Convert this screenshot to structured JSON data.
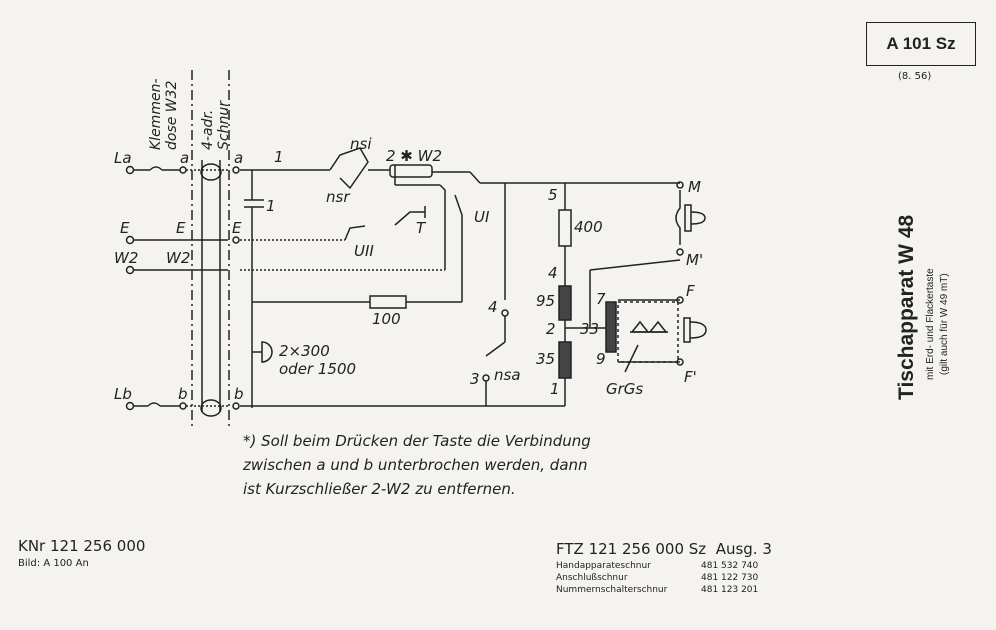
{
  "sheet": {
    "code": "A 101 Sz",
    "date": "(8. 56)"
  },
  "title": {
    "main": "Tischapparat W 48",
    "sub1": "mit Erd- und Flackertaste",
    "sub2": "(gilt auch für W 49 mT)"
  },
  "labels": {
    "terminal_block": "Klemmen-\ndose W32",
    "cord": "4-adr.\nSchnur",
    "La": "La",
    "E": "E",
    "W2": "W2",
    "Lb": "Lb",
    "a": "a",
    "b": "b",
    "n1": "1",
    "cap1": "1",
    "nsi": "nsi",
    "nsr": "nsr",
    "w2_label": "2 ✱ W2",
    "UII": "UII",
    "T": "T",
    "UI": "UI",
    "n5": "5",
    "r400": "400",
    "M": "M",
    "M_prime": "M'",
    "n4a": "4",
    "n95": "95",
    "n2": "2",
    "n33": "33",
    "n35": "35",
    "n1b": "1",
    "n7": "7",
    "n9": "9",
    "F": "F",
    "F_prime": "F'",
    "GrGs": "GrGs",
    "r100": "100",
    "n4b": "4",
    "n3": "3",
    "nsa": "nsa",
    "bell": "2×300\noder 1500"
  },
  "footnote": {
    "line1": "*) Soll beim Drücken der Taste die Verbindung",
    "line2": "zwischen a und b unterbrochen werden, dann",
    "line3": "ist Kurzschließer 2-W2 zu entfernen."
  },
  "footer_left": {
    "knr": "KNr 121 256 000",
    "bild": "Bild: A 100 An"
  },
  "footer_right": {
    "ftz": "FTZ 121 256 000 Sz  Ausg. 3",
    "rows": [
      {
        "name": "Handapparateschnur",
        "value": "481 532 740"
      },
      {
        "name": "Anschlußschnur",
        "value": "481 122 730"
      },
      {
        "name": "Nummernschalterschnur",
        "value": "481 123 201"
      }
    ]
  }
}
